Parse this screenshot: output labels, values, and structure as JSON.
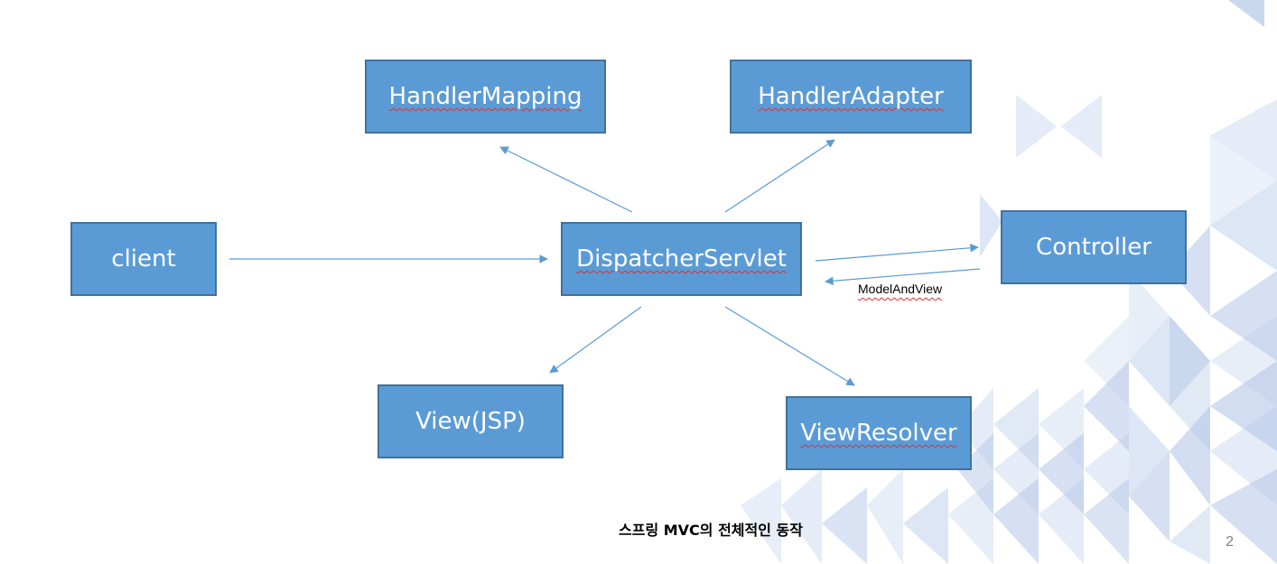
{
  "nodes": {
    "client": "client",
    "dispatcher": "DispatcherServlet",
    "handler_mapping": "HandlerMapping",
    "handler_adapter": "HandlerAdapter",
    "controller": "Controller",
    "view": "View(JSP)",
    "view_resolver": "ViewResolver"
  },
  "edge_labels": {
    "controller_to_dispatcher": "ModelAndView"
  },
  "caption": "스프링 MVC의 전체적인 동작",
  "page_number": "2",
  "colors": {
    "node_fill": "#5b9bd5",
    "node_border": "#41719c",
    "arrow": "#5b9bd5",
    "decor_triangles": "#b4c7e7"
  }
}
